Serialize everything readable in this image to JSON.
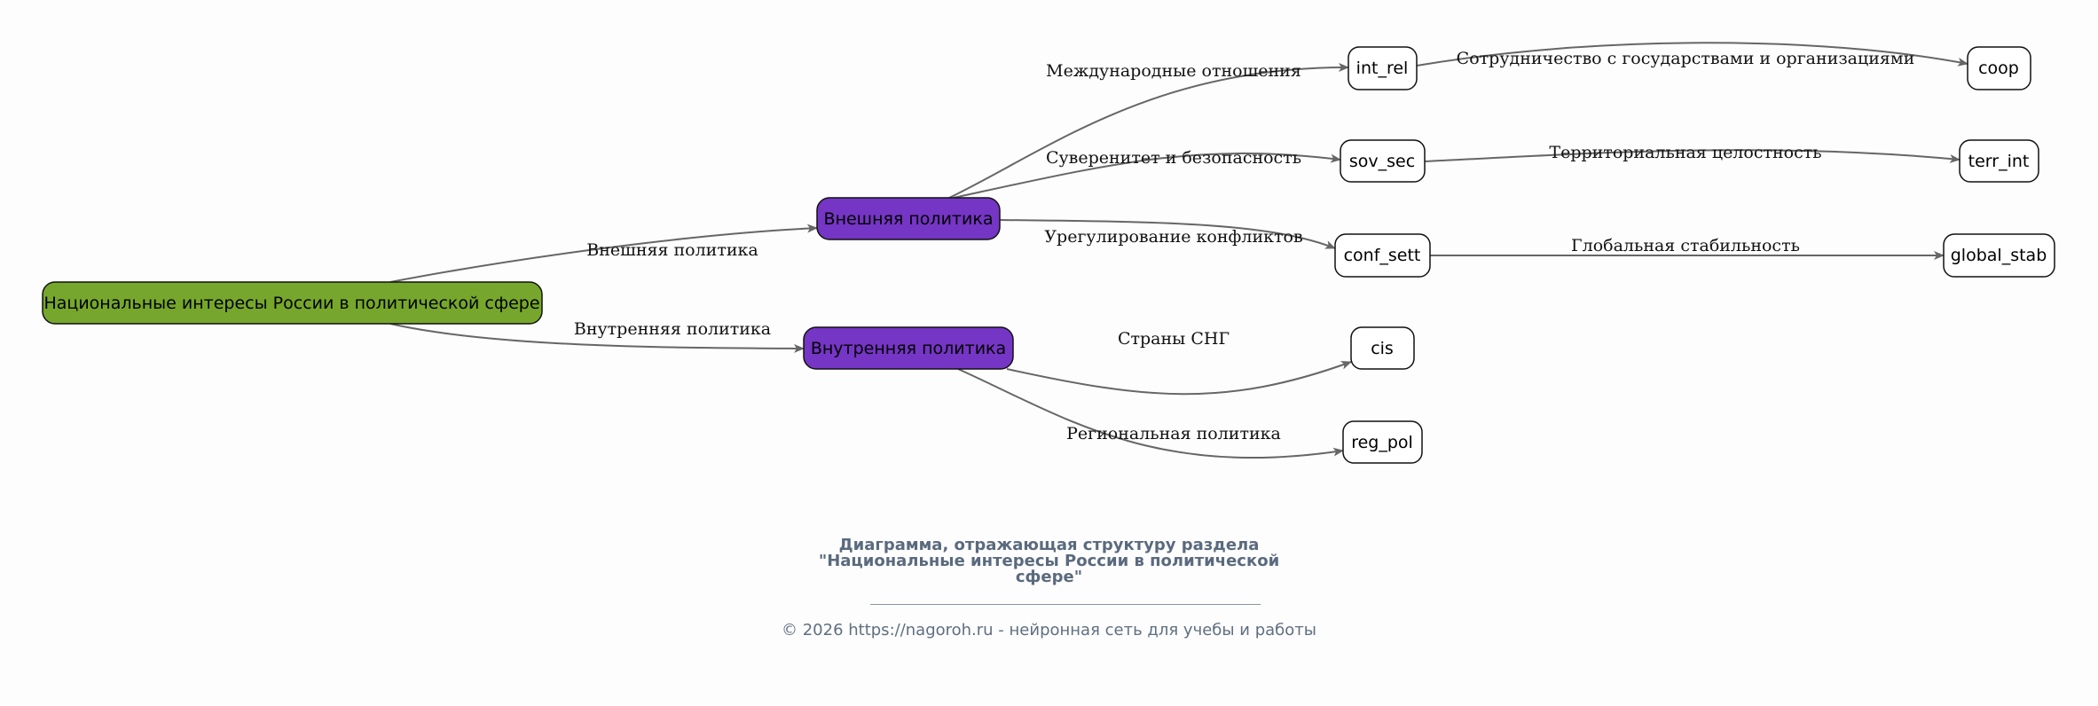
{
  "nodes": {
    "root": "Национальные интересы России в политической сфере",
    "ext": "Внешняя политика",
    "int": "Внутренняя политика",
    "int_rel": "int_rel",
    "sov_sec": "sov_sec",
    "conf_sett": "conf_sett",
    "cis": "cis",
    "reg_pol": "reg_pol",
    "coop": "coop",
    "terr_int": "terr_int",
    "global_stab": "global_stab"
  },
  "edges": {
    "root_ext": "Внешняя политика",
    "root_int": "Внутренняя политика",
    "ext_int_rel": "Международные отношения",
    "ext_sov_sec": "Суверенитет и безопасность",
    "ext_conf_sett": "Урегулирование конфликтов",
    "int_cis": "Страны СНГ",
    "int_reg_pol": "Региональная политика",
    "int_rel_coop": "Сотрудничество с государствами и организациями",
    "sov_sec_terr_int": "Территориальная целостность",
    "conf_sett_global_stab": "Глобальная стабильность"
  },
  "colors": {
    "root": "#76a72c",
    "level1": "#7535c5",
    "leaf": "#ffffff",
    "edge": "#666666"
  },
  "caption": {
    "title_lines": [
      "Диаграмма, отражающая структуру раздела",
      "\"Национальные интересы России в политической",
      "сфере\""
    ],
    "footer": "© 2026 https://nagoroh.ru - нейронная сеть для учебы и работы"
  }
}
